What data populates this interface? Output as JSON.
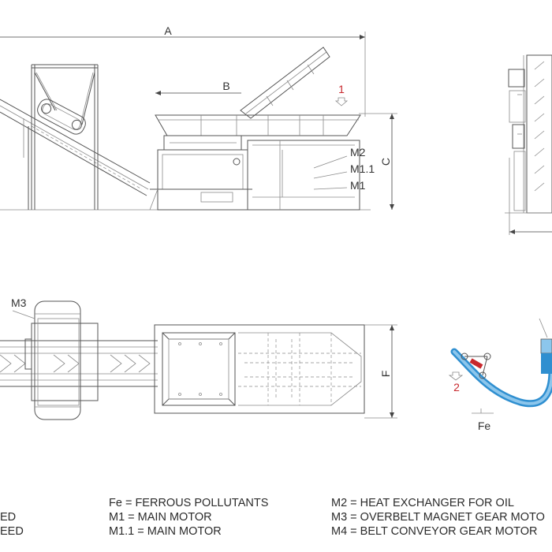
{
  "dimensions": {
    "a": "A",
    "b": "B",
    "c": "C",
    "f": "F"
  },
  "callouts": {
    "m2": "M2",
    "m1_1": "M1.1",
    "m1": "M1",
    "m3": "M3",
    "fe": "Fe",
    "point_1": "1",
    "point_2": "2"
  },
  "legend": {
    "col1": [
      "ED",
      "EED"
    ],
    "col2": [
      "Fe = FERROUS POLLUTANTS",
      "M1 = MAIN MOTOR",
      "M1.1 = MAIN MOTOR"
    ],
    "col3": [
      "M2 = HEAT EXCHANGER FOR OIL",
      "M3 = OVERBELT MAGNET GEAR MOTO",
      "M4 = BELT CONVEYOR GEAR MOTOR"
    ]
  },
  "colors": {
    "line": "#555555",
    "accent_red": "#c8282d",
    "magnet_blue": "#2f8fd0",
    "magnet_light": "#8cc6ec"
  }
}
